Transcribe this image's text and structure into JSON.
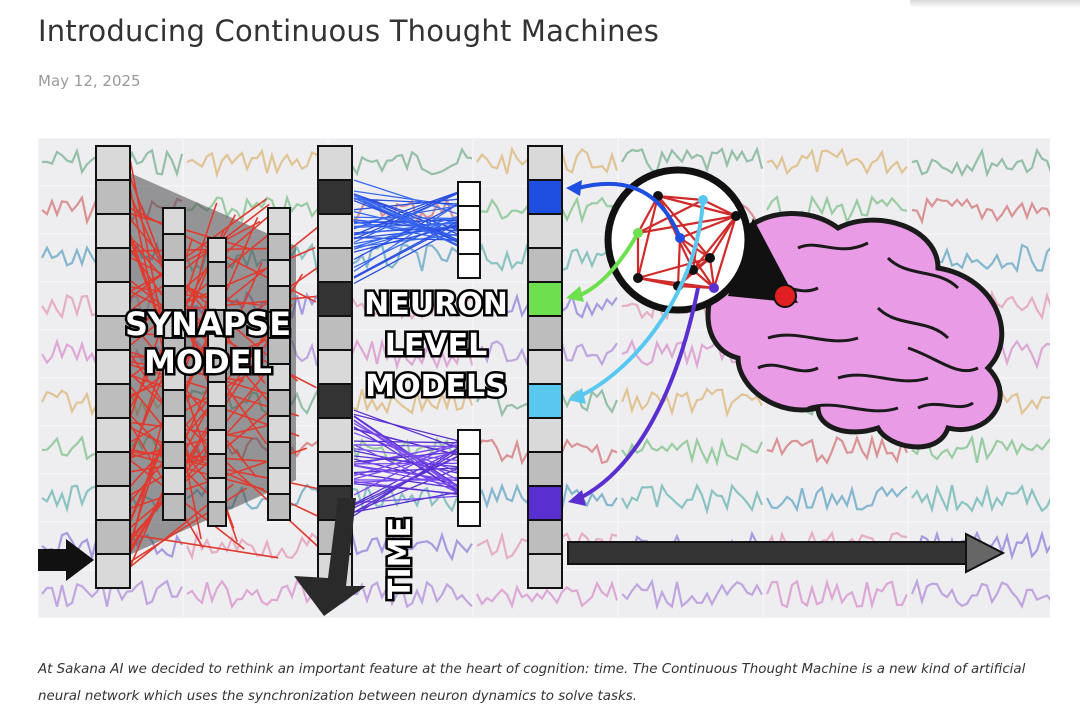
{
  "post": {
    "title": "Introducing Continuous Thought Machines",
    "date": "May 12, 2025"
  },
  "figure": {
    "labels": {
      "synapse_line1": "SYNAPSE",
      "synapse_line2": "MODEL",
      "neuron_line1": "NEURON",
      "neuron_line2": "LEVEL",
      "neuron_line3": "MODELS",
      "time": "TIME"
    },
    "colors": {
      "synapse_links": "#e03a2f",
      "blue": "#1f4fe0",
      "green": "#6ee050",
      "cyan": "#58c8f0",
      "purple": "#5a2fd0",
      "brain": "#e99be6",
      "brain_outline": "#1a1a1a"
    },
    "icons": [
      "right-arrow-icon",
      "time-arrow-icon",
      "brain-icon",
      "magnifier-icon"
    ]
  },
  "caption": "At Sakana AI we decided to rethink an important feature at the heart of cognition: time. The Continuous Thought Machine is a new kind of artificial neural network which uses the synchronization between neuron dynamics to solve tasks."
}
